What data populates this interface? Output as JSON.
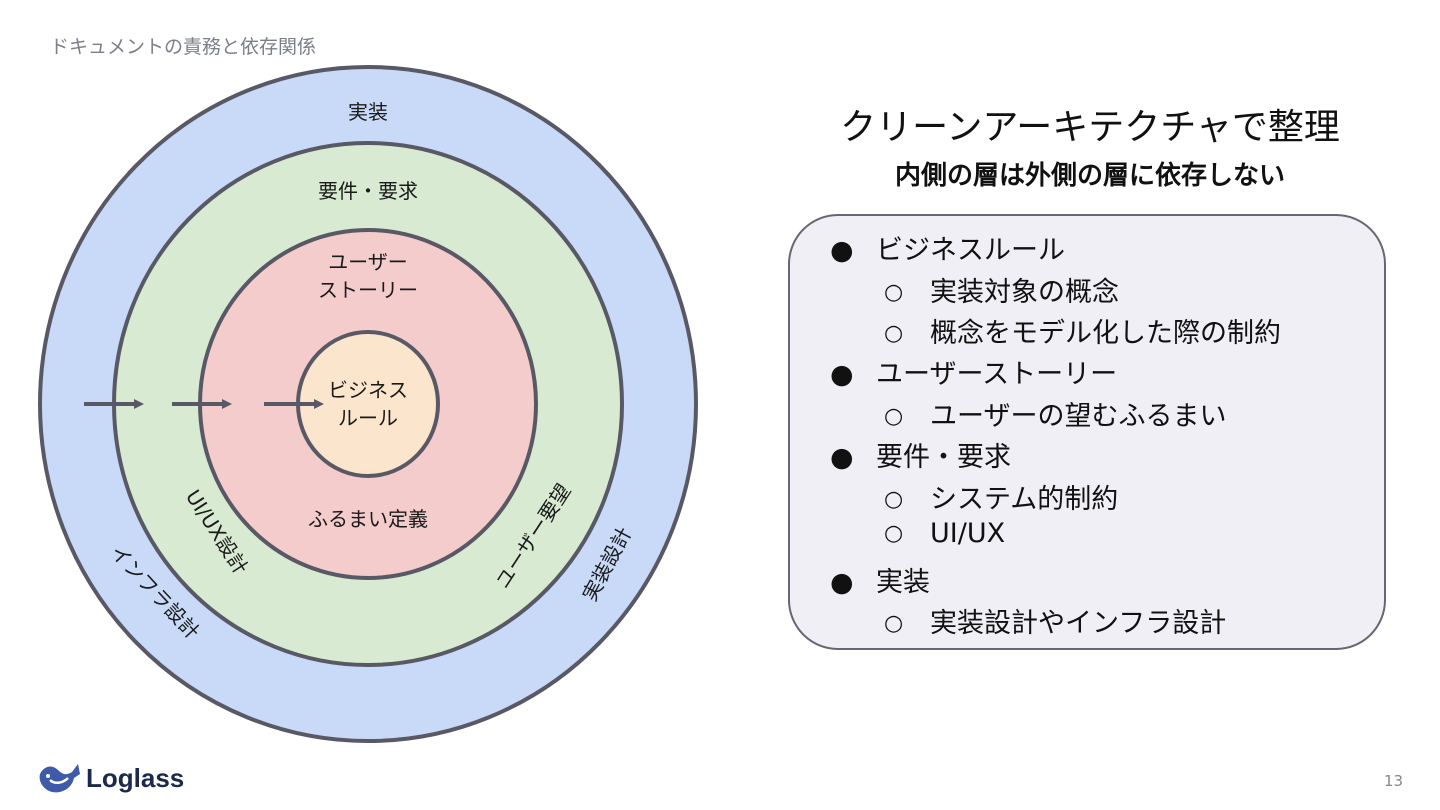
{
  "slide": {
    "section_label": "ドキュメントの責務と依存関係",
    "page_number": "13",
    "logo_text": "Loglass"
  },
  "diagram": {
    "rings": {
      "outer": {
        "label": "実装",
        "left_label": "インフラ設計",
        "right_label": "実装設計",
        "color": "#c9daf8"
      },
      "second": {
        "label": "要件・要求",
        "left_label": "UI/UX設計",
        "right_label": "ユーザー要望",
        "color": "#d9ead3"
      },
      "third": {
        "label_line1": "ユーザー",
        "label_line2": "ストーリー",
        "bottom_label": "ふるまい定義",
        "color": "#f4cccc"
      },
      "core": {
        "label_line1": "ビジネス",
        "label_line2": "ルール",
        "color": "#fce5cd"
      }
    },
    "stroke_color": "#595966"
  },
  "heading": {
    "title": "クリーンアーキテクチャで整理",
    "subtitle": "内側の層は外側の層に依存しない"
  },
  "panel": {
    "items": [
      {
        "label": "ビジネスルール",
        "children": [
          "実装対象の概念",
          "概念をモデル化した際の制約"
        ]
      },
      {
        "label": "ユーザーストーリー",
        "children": [
          "ユーザーの望むふるまい"
        ]
      },
      {
        "label": "要件・要求",
        "children": [
          "システム的制約",
          "UI/UX"
        ]
      },
      {
        "label": "実装",
        "children": [
          "実装設計やインフラ設計"
        ]
      }
    ],
    "bullet_l1": "●",
    "bullet_l2": "○"
  }
}
